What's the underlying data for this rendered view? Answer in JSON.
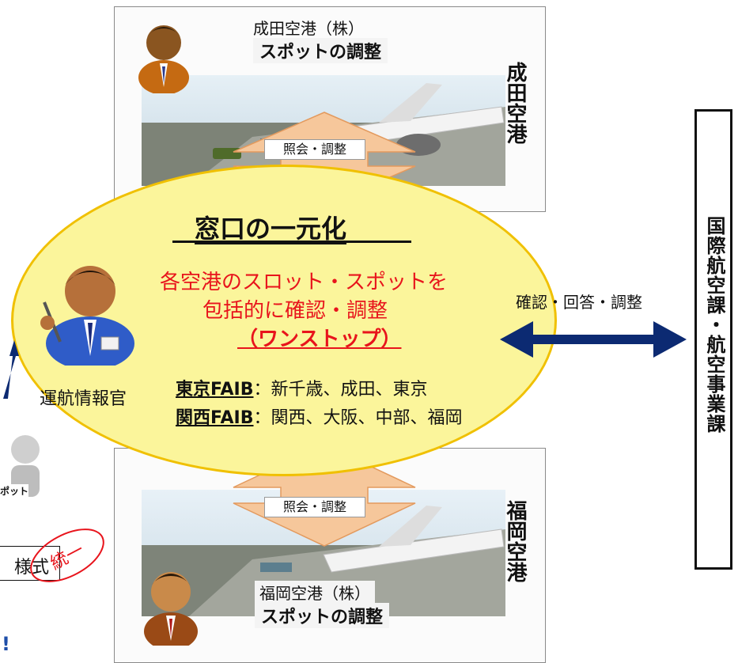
{
  "top": {
    "company": "成田空港（株）",
    "role": "スポットの調整",
    "airport_vertical": "成田空港",
    "arrow_label": "照会・調整"
  },
  "bottom": {
    "company": "福岡空港（株）",
    "role": "スポットの調整",
    "airport_vertical": "福岡空港",
    "arrow_label": "照会・調整"
  },
  "center": {
    "title": "窓口の一元化",
    "line1": "各空港のスロット・スポットを",
    "line2": "包括的に確認・調整",
    "line3": "（ワンストップ）",
    "tokyo_name": "東京FAIB",
    "tokyo_airports": "：新千歳、成田、東京",
    "kansai_name": "関西FAIB",
    "kansai_airports": "：関西、大阪、中部、福岡"
  },
  "officer_label": "運航情報官",
  "right_label": "確認・回答・調整",
  "bureau_vertical": "国際航空課・航空事業課",
  "left_fragments": {
    "spot_small": "ポット",
    "form_text": "様式",
    "stamp_text": "統一",
    "exclaim": "!"
  },
  "colors": {
    "ellipse_fill": "#fbf59b",
    "ellipse_border": "#f0c000",
    "red_text": "#e8141c",
    "arrow_navy": "#0c2a72",
    "arrow_orange": "#f6c79b"
  }
}
